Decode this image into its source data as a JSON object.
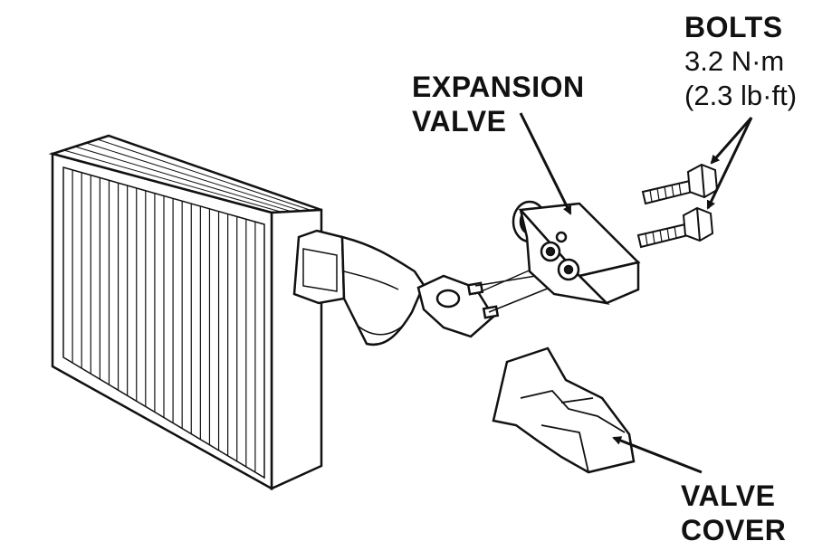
{
  "labels": {
    "bolts": "BOLTS",
    "bolts_torque_metric": "3.2 N·m",
    "bolts_torque_imperial": "(2.3 lb·ft)",
    "expansion_valve_line1": "EXPANSION",
    "expansion_valve_line2": "VALVE",
    "valve_cover_line1": "VALVE",
    "valve_cover_line2": "COVER"
  },
  "colors": {
    "line": "#111111",
    "fill": "#ffffff",
    "dark_face": "#1a1a1a"
  }
}
